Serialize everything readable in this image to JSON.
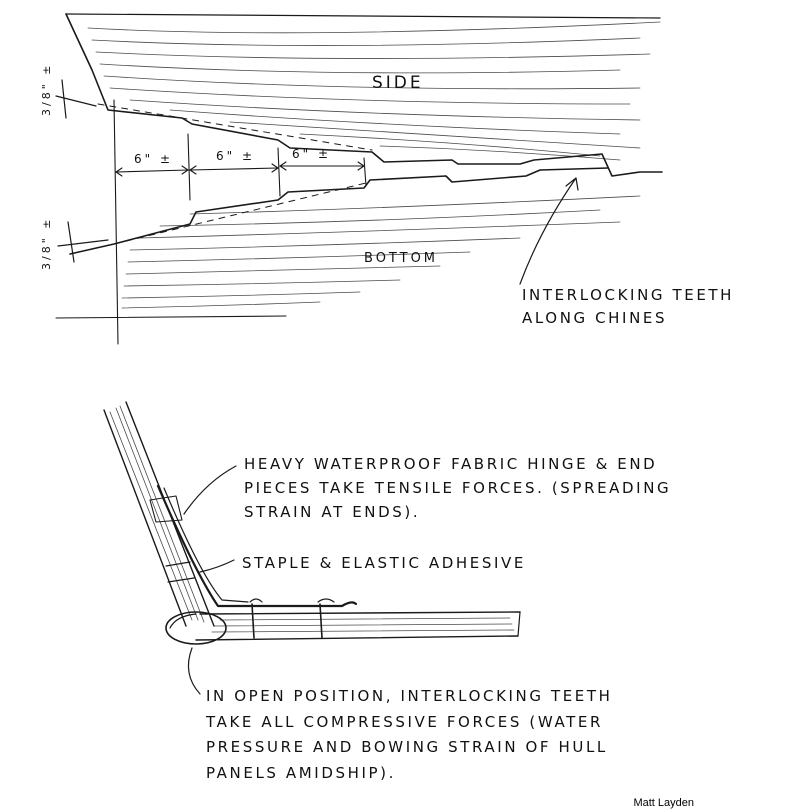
{
  "top_diagram": {
    "side_label": "SIDE",
    "bottom_label": "BOTTOM",
    "dim_left": "6\" ±",
    "dim_mid": "6\" ±",
    "dim_right": "6\" ±",
    "angle_top": "3/8\" ±",
    "angle_bottom": "3/8\" ±",
    "callout_teeth": [
      "INTERLOCKING TEETH",
      "ALONG CHINES"
    ]
  },
  "bottom_diagram": {
    "callout_fabric": [
      "HEAVY WATERPROOF FABRIC HINGE & END",
      "PIECES TAKE TENSILE FORCES. (SPREADING",
      "STRAIN AT ENDS)."
    ],
    "callout_staple": "STAPLE & ELASTIC ADHESIVE",
    "callout_open": [
      "IN OPEN POSITION, INTERLOCKING TEETH",
      "TAKE ALL COMPRESSIVE FORCES (WATER",
      "PRESSURE AND BOWING STRAIN OF HULL",
      "PANELS AMIDSHIP)."
    ]
  },
  "credit": "Matt Layden",
  "ink_color": "#1a1a1a"
}
